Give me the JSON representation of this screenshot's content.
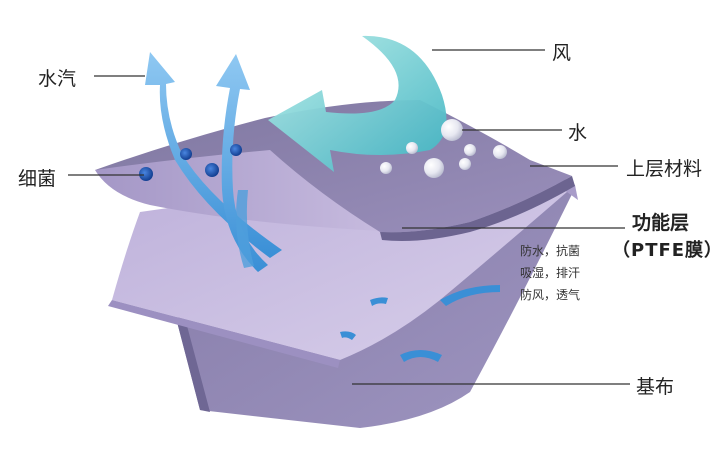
{
  "labels": {
    "steam": "水汽",
    "bacteria": "细菌",
    "wind": "风",
    "water": "水",
    "upper_material": "上层材料",
    "functional_layer": "功能层",
    "ptfe_membrane": "（PTFE膜）",
    "base_fabric": "基布"
  },
  "functional_notes": [
    "防水，抗菌",
    "吸湿，排汗",
    "防风，透气"
  ],
  "colors": {
    "upper_layer": "#8a7fa6",
    "upper_layer_face": "#a79bc4",
    "functional_layer": "#b9a9d4",
    "functional_layer_face": "#cfc1e3",
    "base_layer": "#8f86b2",
    "steam_arrow": "#4fa0dd",
    "wind_arrow": "#5fc9c8",
    "water_drop": "#f2f3f8",
    "bacteria": "#1f56b8",
    "leader_line": "#333333"
  }
}
